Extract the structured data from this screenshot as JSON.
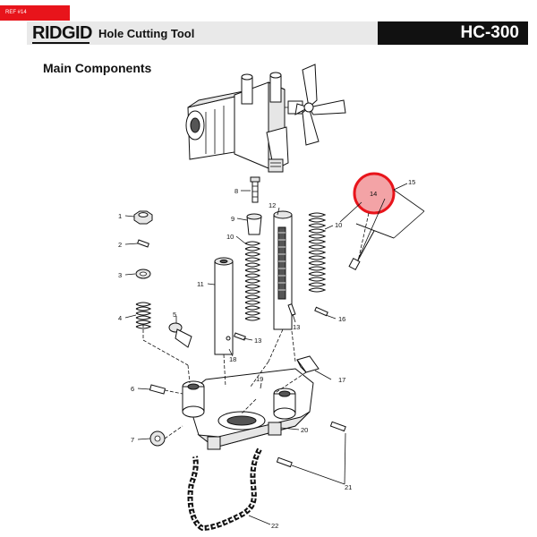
{
  "ref_tag": "REF #14",
  "header": {
    "brand": "RIDGID",
    "title": "Hole Cutting Tool",
    "model": "HC-300"
  },
  "section_title": "Main Components",
  "callouts": {
    "c1": "1",
    "c2": "2",
    "c3": "3",
    "c4": "4",
    "c5": "5",
    "c6": "6",
    "c7": "7",
    "c8": "8",
    "c9": "9",
    "c10a": "10",
    "c10b": "10",
    "c11": "11",
    "c12": "12",
    "c13a": "13",
    "c13b": "13",
    "c14": "14",
    "c15": "15",
    "c16": "16",
    "c17": "17",
    "c18": "18",
    "c19": "19",
    "c20": "20",
    "c21": "21",
    "c22": "22"
  },
  "colors": {
    "highlight_ring": "#e8141b",
    "highlight_fill": "#f3a3a6",
    "ref_tag": "#e8141b",
    "header_dark": "#111111",
    "header_light": "#e9e9e9"
  }
}
